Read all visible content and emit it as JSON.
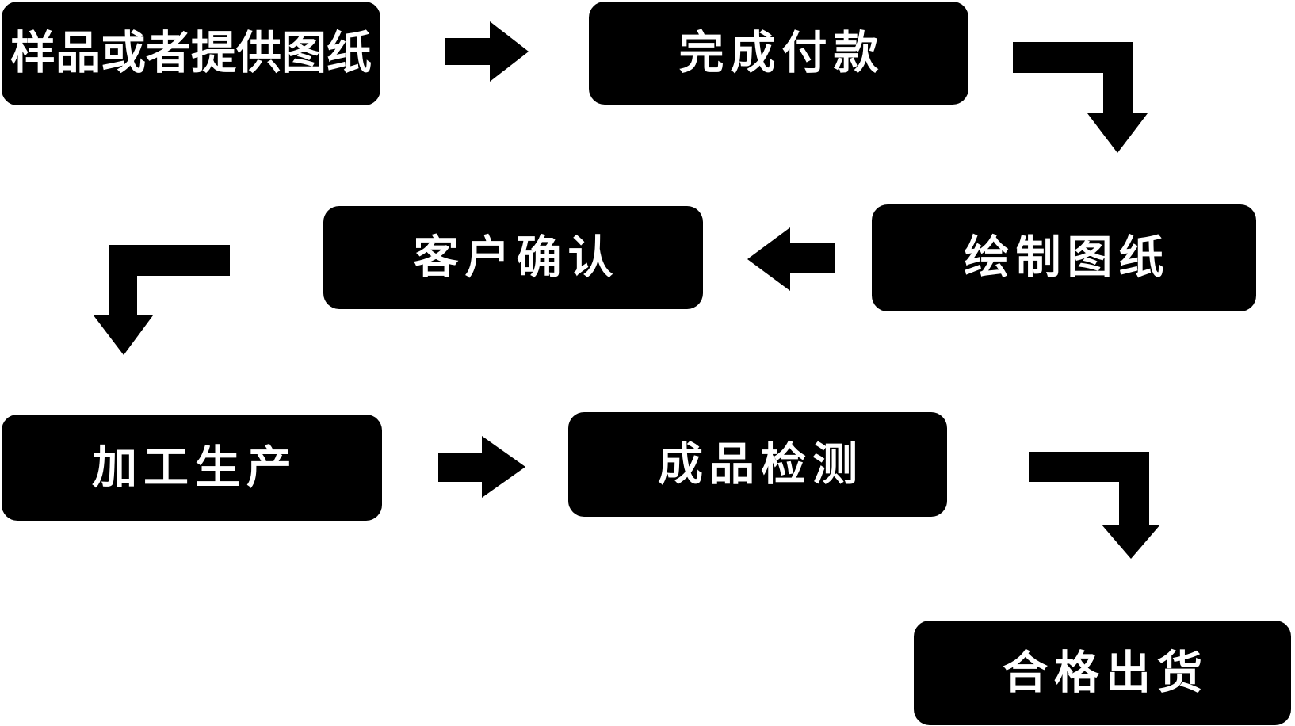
{
  "diagram": {
    "type": "flowchart",
    "colors": {
      "node_bg": "#000000",
      "node_text": "#ffffff",
      "arrow": "#000000",
      "background": "#ffffff"
    },
    "nodes": [
      {
        "id": "sample_or_drawings",
        "label": "样品或者提供图纸"
      },
      {
        "id": "complete_payment",
        "label": "完成付款"
      },
      {
        "id": "draw_drawings",
        "label": "绘制图纸"
      },
      {
        "id": "customer_confirm",
        "label": "客户确认"
      },
      {
        "id": "processing_production",
        "label": "加工生产"
      },
      {
        "id": "product_inspection",
        "label": "成品检测"
      },
      {
        "id": "qualified_shipment",
        "label": "合格出货"
      }
    ],
    "edges": [
      {
        "from": "sample_or_drawings",
        "to": "complete_payment",
        "shape": "right-arrow"
      },
      {
        "from": "complete_payment",
        "to": "draw_drawings",
        "shape": "elbow-right-down-arrow"
      },
      {
        "from": "draw_drawings",
        "to": "customer_confirm",
        "shape": "left-arrow"
      },
      {
        "from": "customer_confirm",
        "to": "processing_production",
        "shape": "elbow-left-down-arrow"
      },
      {
        "from": "processing_production",
        "to": "product_inspection",
        "shape": "right-arrow"
      },
      {
        "from": "product_inspection",
        "to": "qualified_shipment",
        "shape": "elbow-right-down-arrow"
      }
    ]
  }
}
